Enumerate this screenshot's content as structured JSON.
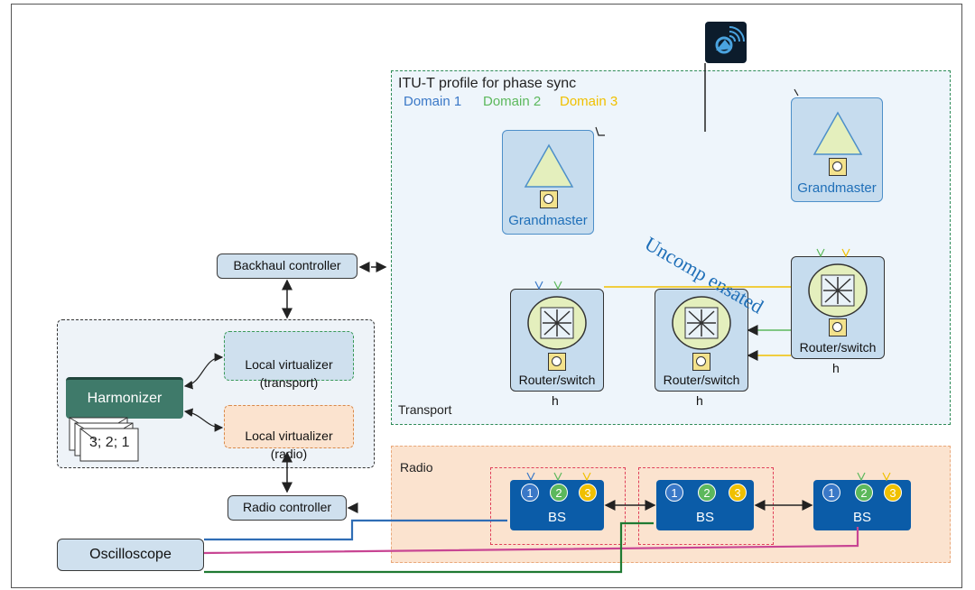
{
  "transport": {
    "title": "ITU-T profile for phase sync",
    "domains": [
      "Domain 1",
      "Domain 2",
      "Domain 3"
    ],
    "label": "Transport",
    "uncompensated": "Uncomp ensated"
  },
  "grandmasters": [
    {
      "label": "Grandmaster"
    },
    {
      "label": "Grandmaster"
    }
  ],
  "routers": [
    {
      "label": "Router/switch",
      "h": "h"
    },
    {
      "label": "Router/switch",
      "h": "h"
    },
    {
      "label": "Router/switch",
      "h": "h"
    }
  ],
  "left": {
    "backhaul_controller": "Backhaul controller",
    "local_virtualizer_transport": "Local virtualizer\n(transport)",
    "local_virtualizer_radio": "Local virtualizer\n(radio)",
    "harmonizer": "Harmonizer",
    "priority": "3; 2; 1",
    "radio_controller": "Radio controller",
    "oscilloscope": "Oscilloscope"
  },
  "radio": {
    "label": "Radio",
    "base_stations": [
      {
        "label": "BS",
        "domains": [
          "1",
          "2",
          "3"
        ]
      },
      {
        "label": "BS",
        "domains": [
          "1",
          "2",
          "3"
        ]
      },
      {
        "label": "BS",
        "domains": [
          "1",
          "2",
          "3"
        ]
      }
    ]
  },
  "colors": {
    "domain1": "#3a78c7",
    "domain2": "#5cb85c",
    "domain3": "#f0c000",
    "transport_border": "#2e8b57",
    "radio_fill": "#fbe3cf",
    "bs_fill": "#0b5ca8",
    "harmonizer_fill": "#3f7a6a",
    "wire_blue": "#2f6db5",
    "wire_pink": "#c84593",
    "wire_green": "#1f7a32"
  },
  "icons": [
    "satellite-dish-icon",
    "clock-icon",
    "crossbar-switch-icon",
    "triangle-icon",
    "envelope-icon"
  ]
}
